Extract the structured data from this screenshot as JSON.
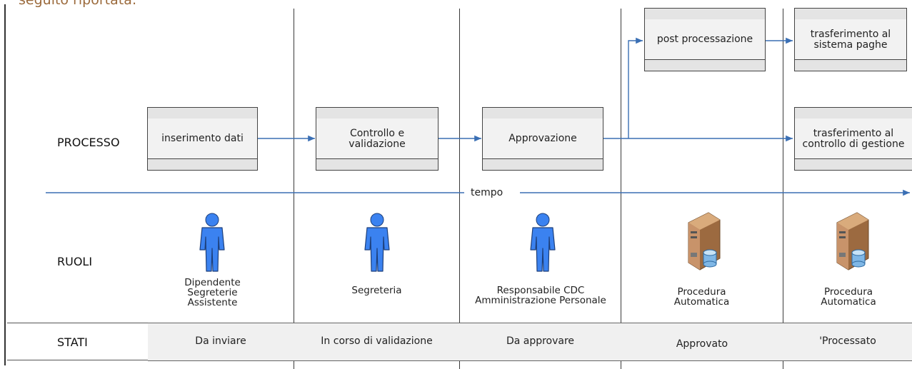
{
  "caption": "seguito riportata:",
  "rows": {
    "processo": "PROCESSO",
    "ruoli": "RUOLI",
    "stati": "STATI"
  },
  "processes": {
    "inserimento": "inserimento dati",
    "controllo": "Controllo e\nvalidazione",
    "approvazione": "Approvazione",
    "post": "post processazione",
    "trasf_paghe": "trasferimento al\nsistema paghe",
    "trasf_gestione": "trasferimento al\ncontrollo di gestione"
  },
  "timeline_label": "tempo",
  "roles": {
    "r1": "Dipendente\nSegreterie\nAssistente",
    "r2": "Segreteria",
    "r3": "Responsabile CDC\nAmministrazione Personale",
    "r4": "Procedura\nAutomatica",
    "r5": "Procedura\nAutomatica"
  },
  "states": {
    "s1": "Da inviare",
    "s2": "In corso di validazione",
    "s3": "Da approvare",
    "s4": "Approvato",
    "s5": "'Processato"
  },
  "colors": {
    "arrow": "#3a6fb4",
    "person": "#3b82f0",
    "server": "#b8845a"
  },
  "icons": {
    "person": "person-icon",
    "server": "server-icon"
  }
}
